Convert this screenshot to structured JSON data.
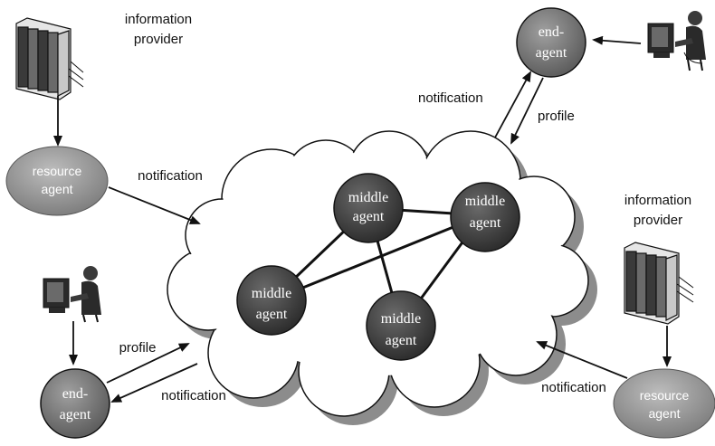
{
  "labels": {
    "info_provider_top": [
      "information",
      "provider"
    ],
    "info_provider_right": [
      "information",
      "provider"
    ],
    "notification_left": "notification",
    "notification_top": "notification",
    "profile_top": "profile",
    "profile_bottom": "profile",
    "notification_bottom": "notification",
    "notification_right": "notification"
  },
  "nodes": {
    "resource_agent_left": [
      "resource",
      "agent"
    ],
    "resource_agent_right": [
      "resource",
      "agent"
    ],
    "end_agent_top": [
      "end-",
      "agent"
    ],
    "end_agent_bottom": [
      "end-",
      "agent"
    ],
    "middle_1": [
      "middle",
      "agent"
    ],
    "middle_2": [
      "middle",
      "agent"
    ],
    "middle_3": [
      "middle",
      "agent"
    ],
    "middle_4": [
      "middle",
      "agent"
    ]
  },
  "colors": {
    "ink": "#111111",
    "cloud_fill": "#ffffff",
    "cloud_shadow": "#8c8c8c",
    "middle_agent": "#4a4a4a",
    "end_agent": "#7a7a7a",
    "resource_agent": "#9a9a9a"
  },
  "icons": [
    "bookshelf-icon",
    "user-at-computer-icon"
  ]
}
